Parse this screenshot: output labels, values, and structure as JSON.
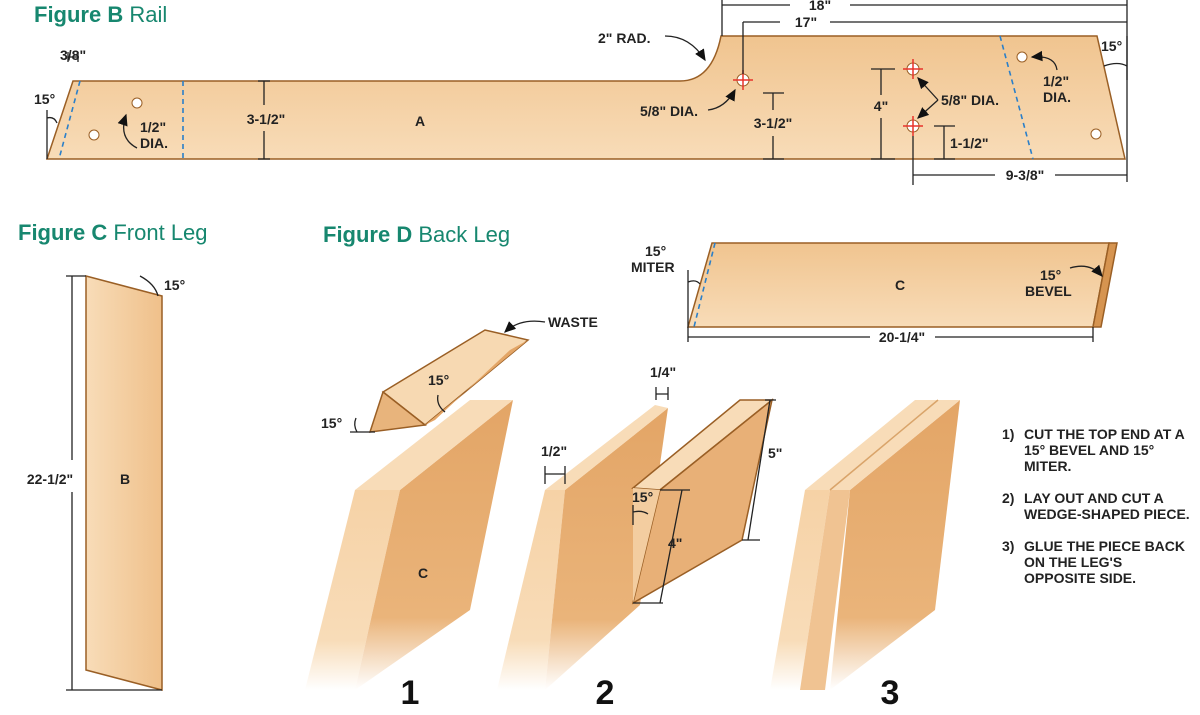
{
  "figure_b": {
    "title_prefix": "Figure B",
    "title_name": "Rail",
    "part": "A",
    "dims": {
      "overall": "18\"",
      "to_hole": "17\"",
      "rad": "2\" RAD.",
      "end_inset": "3/8\"",
      "angle_left": "15°",
      "angle_right": "15°",
      "height_left": "3-1/2\"",
      "height_hole": "3-1/2\"",
      "hole_a": "5/8\" DIA.",
      "hole_b": "5/8\" DIA.",
      "upper_hole": "4\"",
      "lower_hole": "1-1/2\"",
      "from_end": "9-3/8\"",
      "small_hole_1": "1/2\"",
      "small_hole_1b": "DIA.",
      "small_hole_2": "1/2\"",
      "small_hole_2b": "DIA."
    }
  },
  "figure_c": {
    "title_prefix": "Figure C",
    "title_name": "Front Leg",
    "part": "B",
    "length": "22-1/2\"",
    "angle": "15°"
  },
  "figure_d": {
    "title_prefix": "Figure D",
    "title_name": "Back Leg",
    "part": "C",
    "miter_1": "15°",
    "miter_2": "MITER",
    "bevel_1": "15°",
    "bevel_2": "BEVEL",
    "length": "20-1/4\"",
    "waste": "WASTE",
    "angle_a": "15°",
    "angle_b": "15°",
    "w_half": "1/2\"",
    "w_quarter": "1/4\"",
    "h5": "5\"",
    "h4": "4\"",
    "angle_c": "15°",
    "part_step1": "C",
    "step_numbers": [
      "1",
      "2",
      "3"
    ]
  },
  "steps": [
    {
      "n": "1)",
      "text": "CUT THE TOP END AT A 15° BEVEL AND 15° MITER."
    },
    {
      "n": "2)",
      "text": "LAY OUT AND CUT A WEDGE-SHAPED PIECE."
    },
    {
      "n": "3)",
      "text": "GLUE THE PIECE BACK ON THE LEG'S OPPOSITE SIDE."
    }
  ],
  "colors": {
    "title": "#17876f",
    "wood_light": "#f6d5ab",
    "wood_dark": "#e3a566",
    "edge": "#9a5f25",
    "dashed": "#2a7fc9",
    "crosshair": "#e8332b"
  }
}
